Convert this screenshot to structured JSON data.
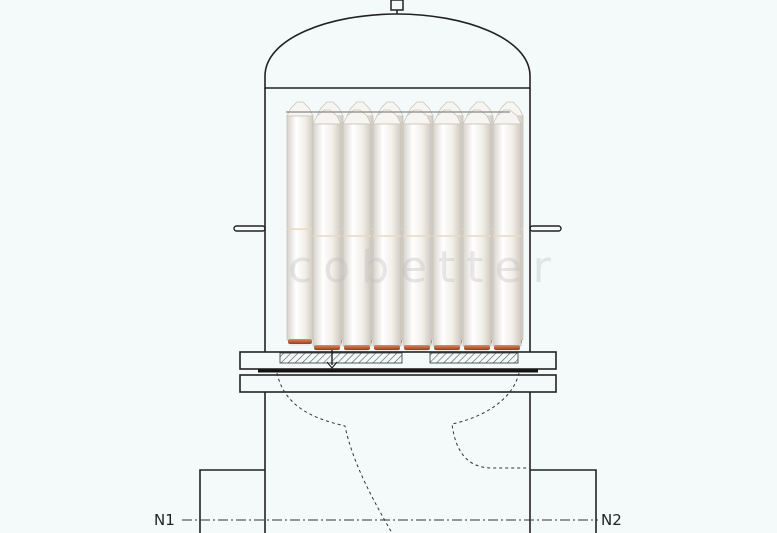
{
  "labels": {
    "inlet": "N1",
    "outlet": "N2"
  },
  "watermark": "cobetter",
  "colors": {
    "background": "#f3faf9",
    "line": "#222222",
    "cartridge": "#f4f2ee",
    "cartridge_shade": "#dcd8d0",
    "seal": "#c8603e"
  },
  "cartridges": {
    "front_row": 7,
    "back_row": 8
  }
}
